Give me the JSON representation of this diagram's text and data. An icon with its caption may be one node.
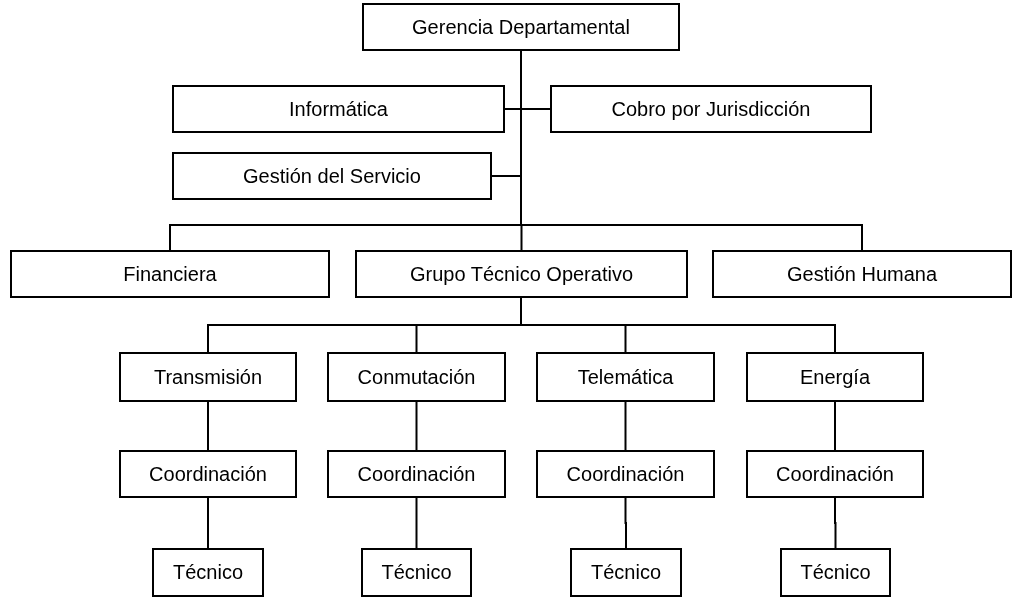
{
  "diagram": {
    "nodes": [
      {
        "text": [
          "Gerencia Departamental"
        ]
      },
      {
        "text": [
          "Informática"
        ]
      },
      {
        "text": [
          "Cobro por Jurisdicción"
        ]
      },
      {
        "text": [
          "Gestión del Servicio"
        ]
      },
      {
        "text": [
          "Financiera"
        ]
      },
      {
        "text": [
          "Grupo Técnico Operativo"
        ]
      },
      {
        "text": [
          "Gestión Humana"
        ]
      },
      {
        "text": [
          "Transmisión"
        ]
      },
      {
        "text": [
          "Conmutación"
        ]
      },
      {
        "text": [
          "Telemática"
        ]
      },
      {
        "text": [
          "Energía"
        ]
      },
      {
        "text": [
          "Coordinación"
        ]
      },
      {
        "text": [
          "Coordinación"
        ]
      },
      {
        "text": [
          "Coordinación"
        ]
      },
      {
        "text": [
          "Coordinación"
        ]
      },
      {
        "text": [
          "Técnico"
        ]
      },
      {
        "text": [
          "Técnico"
        ]
      },
      {
        "text": [
          "Técnico"
        ]
      },
      {
        "text": [
          "Técnico"
        ]
      }
    ],
    "edges": [
      {
        "from": 0,
        "to": 1,
        "arrow": "none"
      },
      {
        "from": 0,
        "to": 2,
        "arrow": "none"
      },
      {
        "from": 0,
        "to": 3,
        "arrow": "none"
      },
      {
        "from": 0,
        "to": 4,
        "arrow": "none"
      },
      {
        "from": 0,
        "to": 5,
        "arrow": "none"
      },
      {
        "from": 0,
        "to": 6,
        "arrow": "none"
      },
      {
        "from": 5,
        "to": 7,
        "arrow": "none"
      },
      {
        "from": 5,
        "to": 8,
        "arrow": "none"
      },
      {
        "from": 5,
        "to": 9,
        "arrow": "none"
      },
      {
        "from": 5,
        "to": 10,
        "arrow": "none"
      },
      {
        "from": 7,
        "to": 11,
        "arrow": "none"
      },
      {
        "from": 8,
        "to": 12,
        "arrow": "none"
      },
      {
        "from": 9,
        "to": 13,
        "arrow": "none"
      },
      {
        "from": 10,
        "to": 14,
        "arrow": "none"
      },
      {
        "from": 11,
        "to": 15,
        "arrow": "none"
      },
      {
        "from": 12,
        "to": 16,
        "arrow": "none"
      },
      {
        "from": 13,
        "to": 17,
        "arrow": "none"
      },
      {
        "from": 14,
        "to": 18,
        "arrow": "none"
      }
    ]
  }
}
